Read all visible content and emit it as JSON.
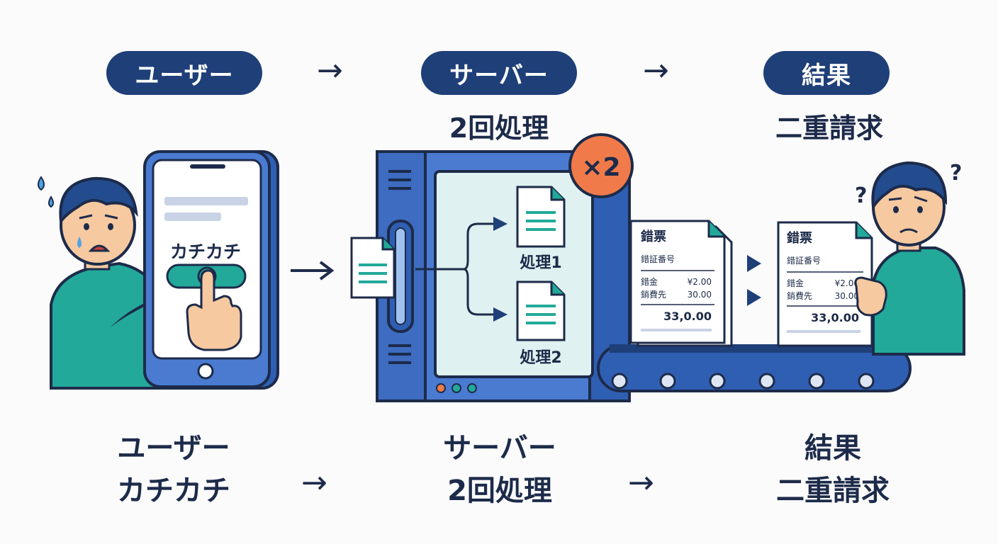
{
  "top": {
    "user_pill": "ユーザー",
    "server_pill": "サーバー",
    "result_pill": "結果",
    "server_sub": "2回処理",
    "result_sub": "二重請求"
  },
  "phone": {
    "screen_label": "カチカチ"
  },
  "server": {
    "badge": "×2",
    "branch_1": "処理1",
    "branch_2": "処理2"
  },
  "invoice": {
    "title": "錯票",
    "subtitle": "錯証番号",
    "row1_label": "錯金",
    "row1_value": "¥2.00",
    "row2_label": "銷費先",
    "row2_value": "30.00",
    "total": "33,0.00"
  },
  "bottom": {
    "user_line1": "ユーザー",
    "user_line2": "カチカチ",
    "server_line1": "サーバー",
    "server_line2": "2回処理",
    "result_line1": "結果",
    "result_line2": "二重請求"
  },
  "colors": {
    "navy": "#1e3f78",
    "device_blue": "#4a7bd1",
    "teal": "#22a99a",
    "badge_orange": "#f07a4a"
  }
}
